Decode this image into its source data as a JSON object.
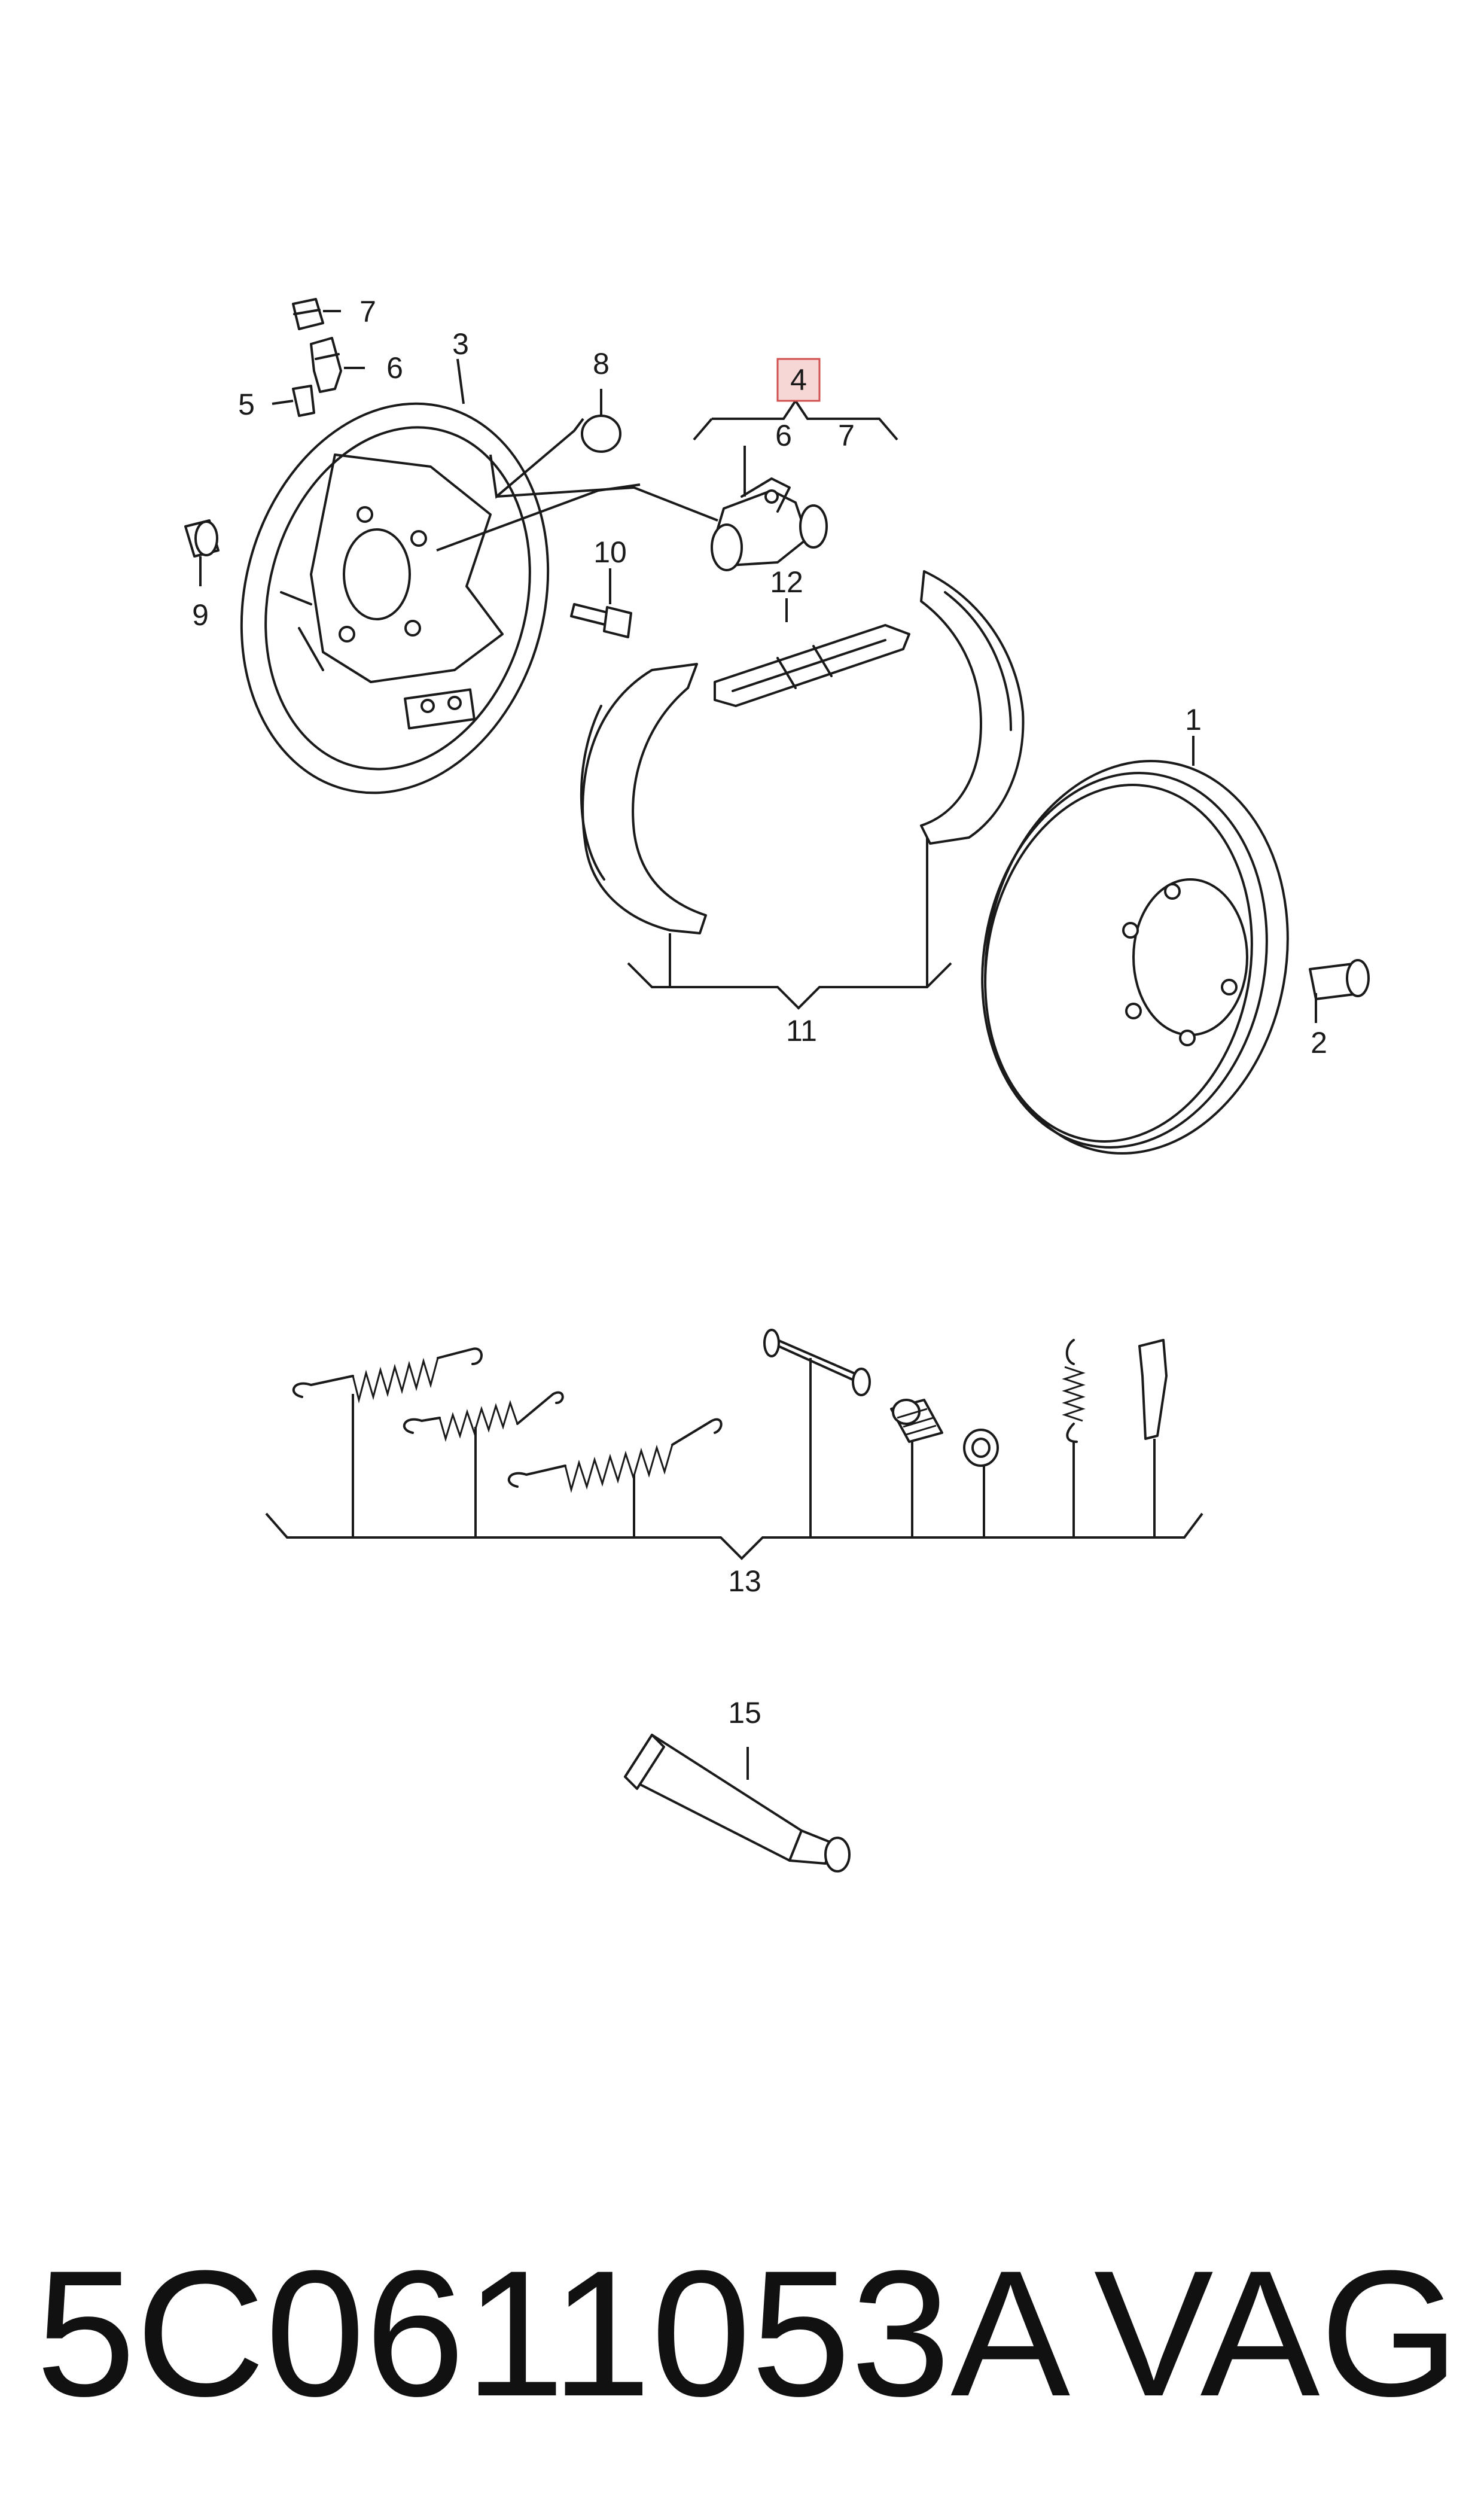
{
  "callouts": {
    "c1": "1",
    "c2": "2",
    "c3": "3",
    "c4": "4",
    "c5": "5",
    "c6a": "6",
    "c6b": "6",
    "c7a": "7",
    "c7b": "7",
    "c8": "8",
    "c9": "9",
    "c10": "10",
    "c11": "11",
    "c12": "12",
    "c13": "13",
    "c15": "15"
  },
  "highlight_color": "#f7d6d6",
  "highlight_border": "#d05050",
  "footer": {
    "part_number": "5C0611053A",
    "brand": "VAG"
  }
}
